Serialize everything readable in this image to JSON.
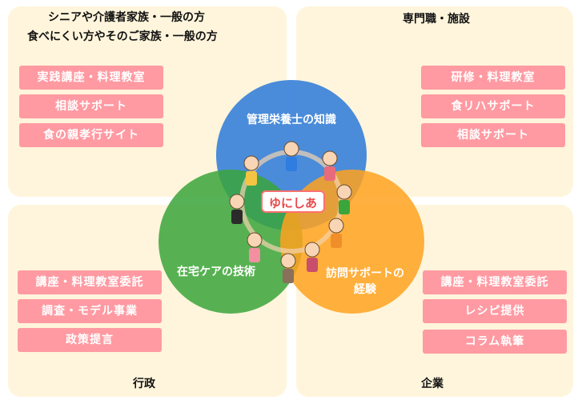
{
  "panels": {
    "top_left": {
      "title_line1": "シニアや介護者家族・一般の方",
      "title_line2": "食べにくい方やそのご家族・一般の方",
      "items": [
        "実践講座・料理教室",
        "相談サポート",
        "食の親孝行サイト"
      ]
    },
    "top_right": {
      "title": "専門職・施設",
      "items": [
        "研修・料理教室",
        "食リハサポート",
        "相談サポート"
      ]
    },
    "bottom_left": {
      "title": "行政",
      "items": [
        "講座・料理教室委託",
        "調査・モデル事業",
        "政策提言"
      ]
    },
    "bottom_right": {
      "title": "企業",
      "items": [
        "講座・料理教室委託",
        "レシピ提供",
        "コラム執筆"
      ]
    }
  },
  "venn": {
    "top_circle": "管理栄養士の知識",
    "left_circle": "在宅ケアの技術",
    "right_circle_line1": "訪問サポートの",
    "right_circle_line2": "経験",
    "center": "ゆにしあ"
  },
  "colors": {
    "panel_bg": "#fff5dc",
    "pill": "#ff9aa2",
    "circle_top": "#3b82d8",
    "circle_left": "#3aa53a",
    "circle_right": "#ffa21f",
    "center_border": "#ff6f6f"
  }
}
